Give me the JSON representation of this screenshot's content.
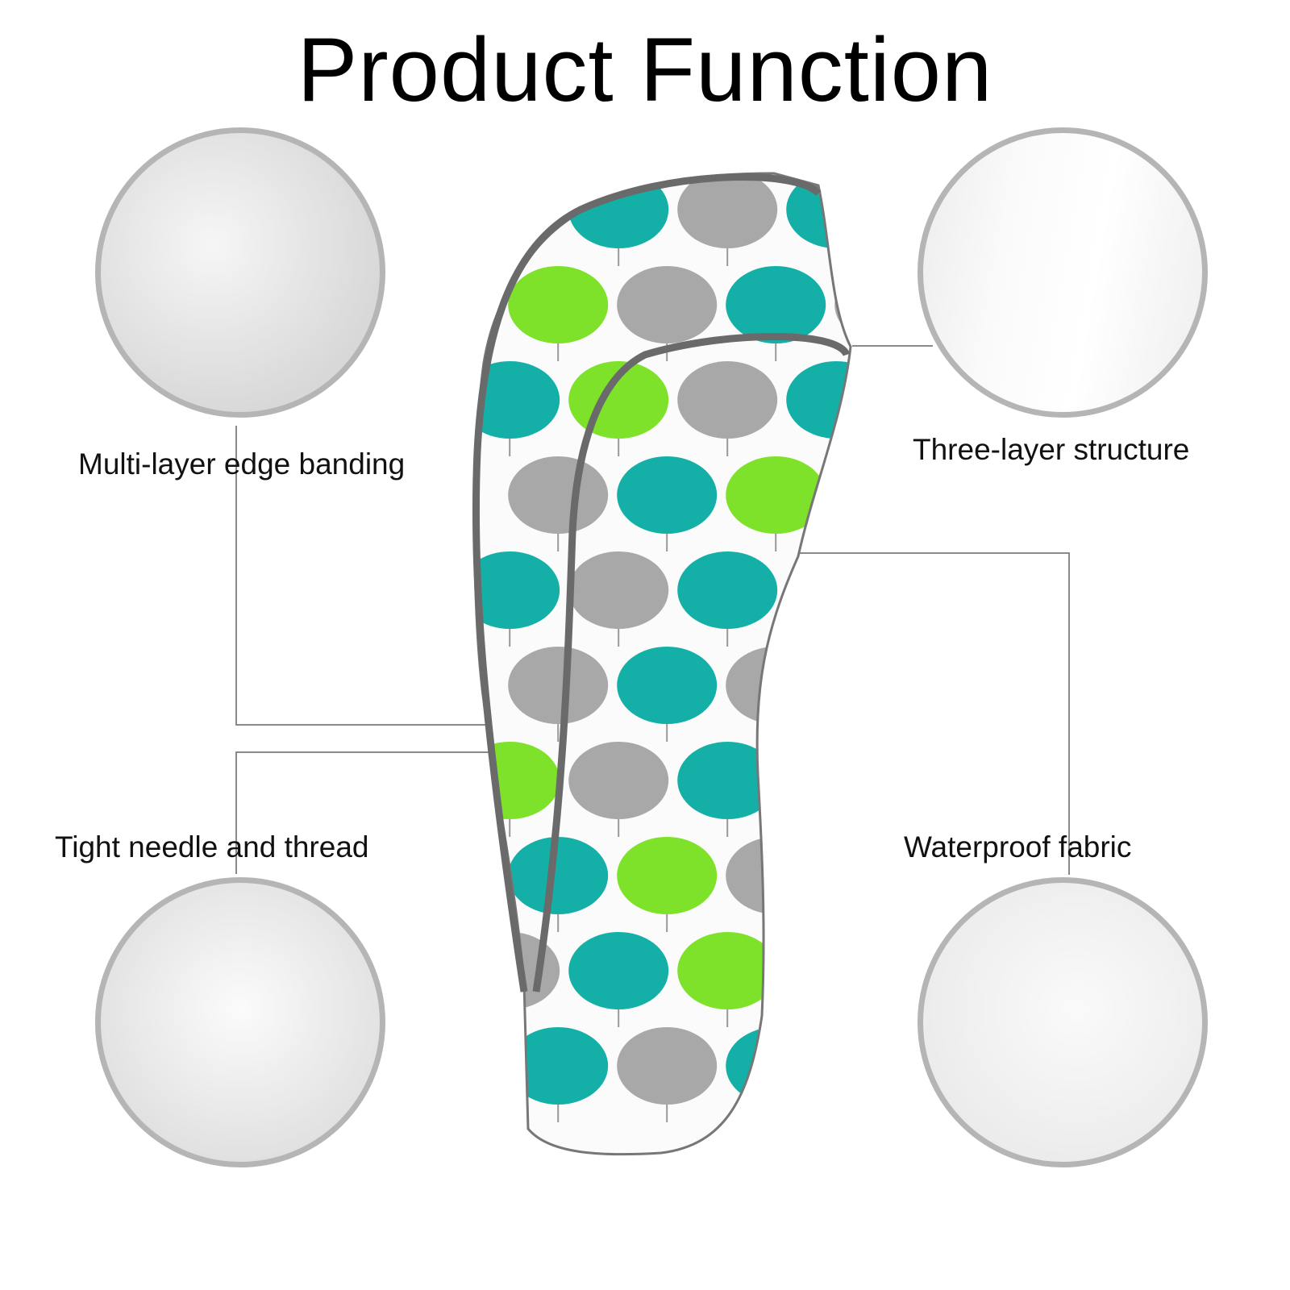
{
  "title": "Product Function",
  "features": [
    {
      "label": "Multi-layer edge banding",
      "icon": "edge-banding-closeup"
    },
    {
      "label": "Three-layer structure",
      "icon": "layer-structure-closeup"
    },
    {
      "label": "Tight needle and thread",
      "icon": "stitching-closeup"
    },
    {
      "label": "Waterproof fabric",
      "icon": "waterproof-closeup"
    }
  ],
  "colors": {
    "teal": "#14b0a8",
    "lime": "#7ee22a",
    "gray": "#a8a8a8",
    "trim": "#6a6a6a"
  }
}
